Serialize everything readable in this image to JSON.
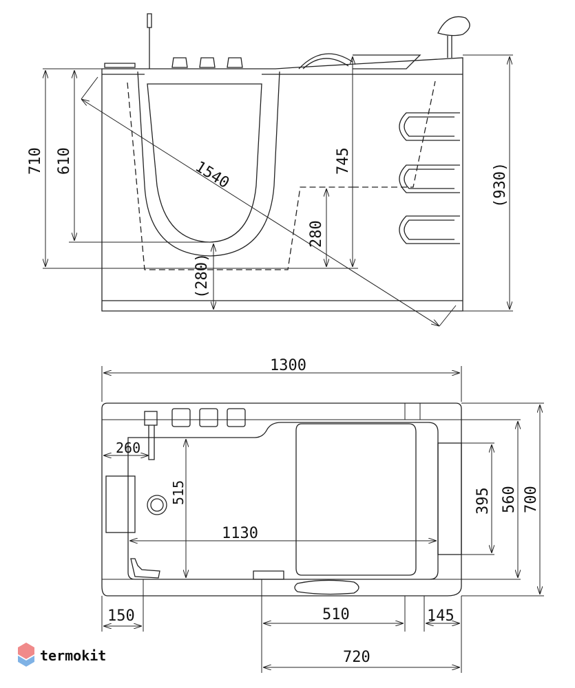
{
  "side_view": {
    "dims": {
      "height_outer": "710",
      "height_inner": "610",
      "diagonal": "1540",
      "height_right": "745",
      "total_height": "(930)",
      "step_height": "280",
      "step_height_ref": "(280)"
    }
  },
  "top_view": {
    "dims": {
      "length": "1300",
      "offset_260": "260",
      "depth_515": "515",
      "inner_1130": "1130",
      "width_395": "395",
      "width_560": "560",
      "width_700": "700",
      "left_150": "150",
      "door_510": "510",
      "right_145": "145",
      "door_720": "720"
    }
  },
  "brand": {
    "name": "termokit",
    "colors": {
      "logo_top": "#f08a8a",
      "logo_bottom": "#7fb2e5",
      "text": "#7a7a7a"
    }
  }
}
